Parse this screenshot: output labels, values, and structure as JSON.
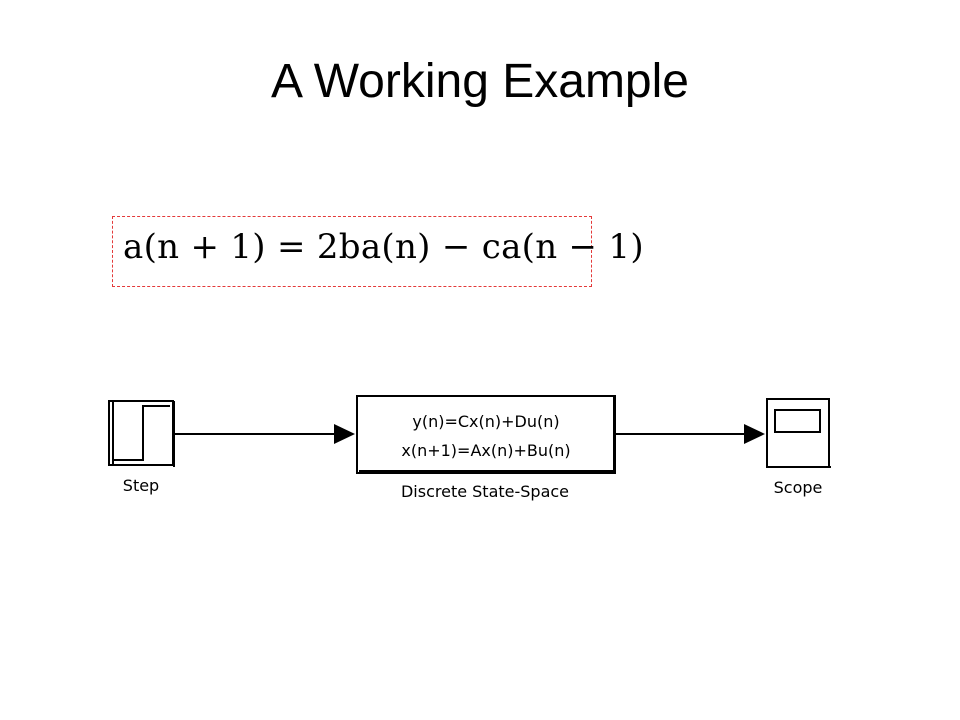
{
  "slide": {
    "title": "A Working Example"
  },
  "equation": {
    "text": "a(n + 1) = 2ba(n) − ca(n − 1)"
  },
  "diagram": {
    "blocks": {
      "step": {
        "label": "Step"
      },
      "state_space": {
        "label": "Discrete State-Space",
        "line1": "y(n)=Cx(n)+Du(n)",
        "line2": "x(n+1)=Ax(n)+Bu(n)"
      },
      "scope": {
        "label": "Scope"
      }
    }
  },
  "colors": {
    "equation_border": "#e33a3a",
    "stroke": "#000000"
  }
}
